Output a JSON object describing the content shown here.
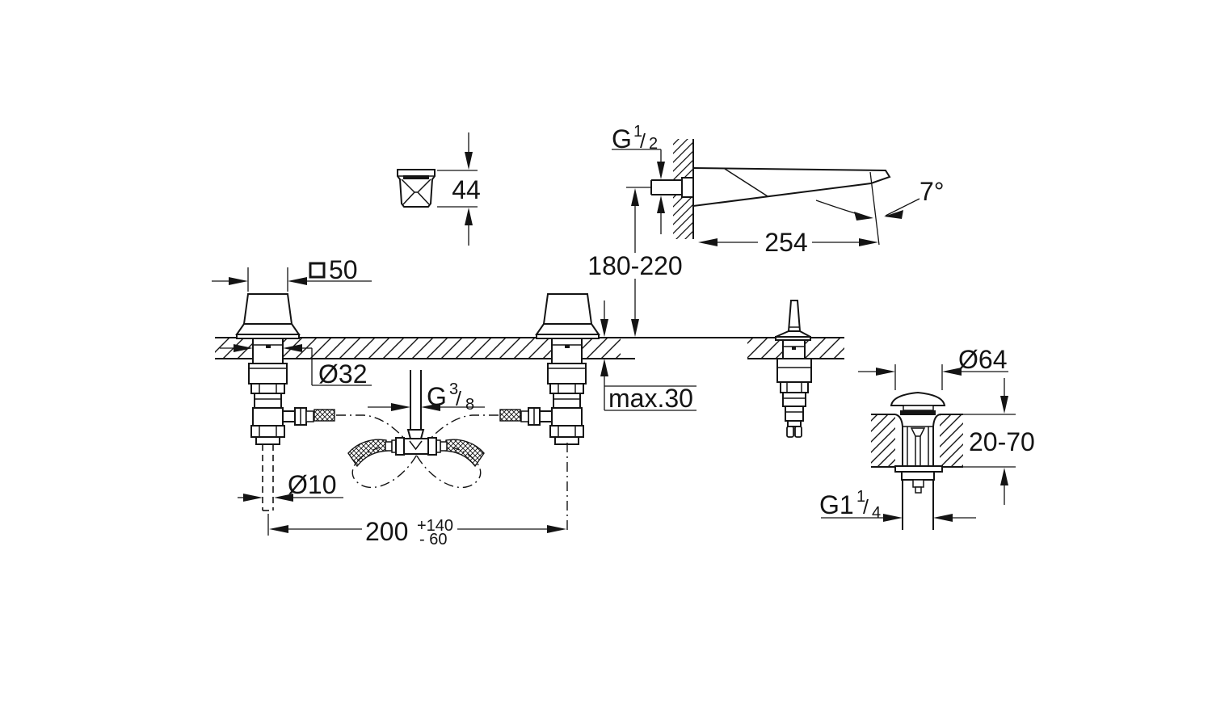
{
  "page": {
    "background": "#ffffff",
    "line_color": "#141414"
  },
  "labels": {
    "handle_height": "44",
    "handle_square_width": "50",
    "deck_hole_diameter": "Ø32",
    "spout_connection": {
      "prefix": "G",
      "numerator": "1",
      "slash": "/",
      "denominator": "2"
    },
    "spout_height_range": "180-220",
    "spout_reach": "254",
    "spout_angle": "7°",
    "max_deck_thickness": "max.30",
    "supply_connection": {
      "prefix": "G",
      "numerator": "3",
      "slash": "/",
      "denominator": "8"
    },
    "pin_diameter": "Ø10",
    "handle_spacing": {
      "value": "200",
      "tolerance_plus": "+140",
      "tolerance_minus": "- 60"
    },
    "waste_cap_diameter": "Ø64",
    "basin_thickness_range": "20-70",
    "waste_connection": {
      "prefix": "G1",
      "numerator": "1",
      "slash": "/",
      "denominator": "4"
    }
  }
}
